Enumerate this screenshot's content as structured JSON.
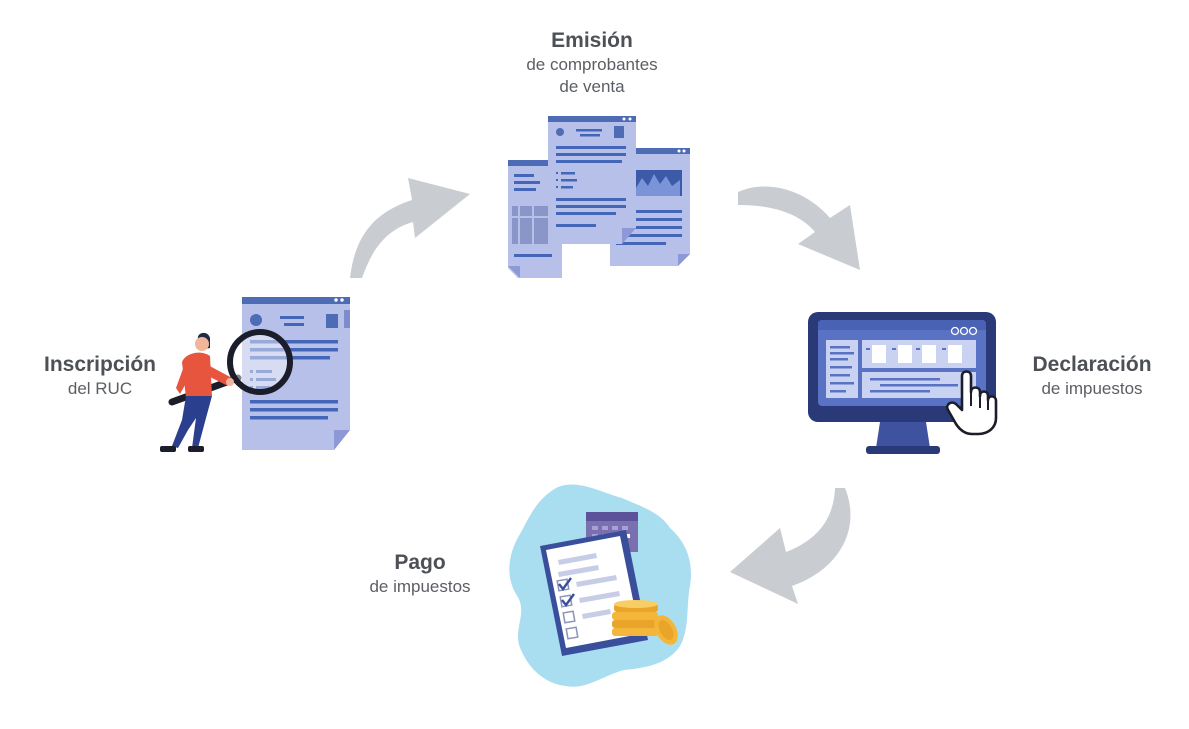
{
  "colors": {
    "arrow": "#c9ccd1",
    "doc_bg": "#b7c0e8",
    "doc_header": "#4e6bb5",
    "doc_line": "#4466b8",
    "monitor_frame": "#2a3a78",
    "monitor_screen": "#5a72c4",
    "map": "#a9def0",
    "calendar": "#7a70b0",
    "coin": "#f4b63a",
    "person_shirt": "#e8553f",
    "person_pants": "#2b3f8f",
    "text_title": "#4d5055",
    "text_sub": "#5b5e63"
  },
  "steps": {
    "emision": {
      "title": "Emisión",
      "subtitle_1": "de comprobantes",
      "subtitle_2": "de venta",
      "icon": "invoice-documents-icon"
    },
    "declaracion": {
      "title": "Declaración",
      "subtitle_1": "de impuestos",
      "icon": "monitor-click-icon"
    },
    "pago": {
      "title": "Pago",
      "subtitle_1": "de impuestos",
      "icon": "payment-checklist-map-icon"
    },
    "inscripcion": {
      "title": "Inscripción",
      "subtitle_1": "del RUC",
      "icon": "person-magnifier-document-icon"
    }
  }
}
